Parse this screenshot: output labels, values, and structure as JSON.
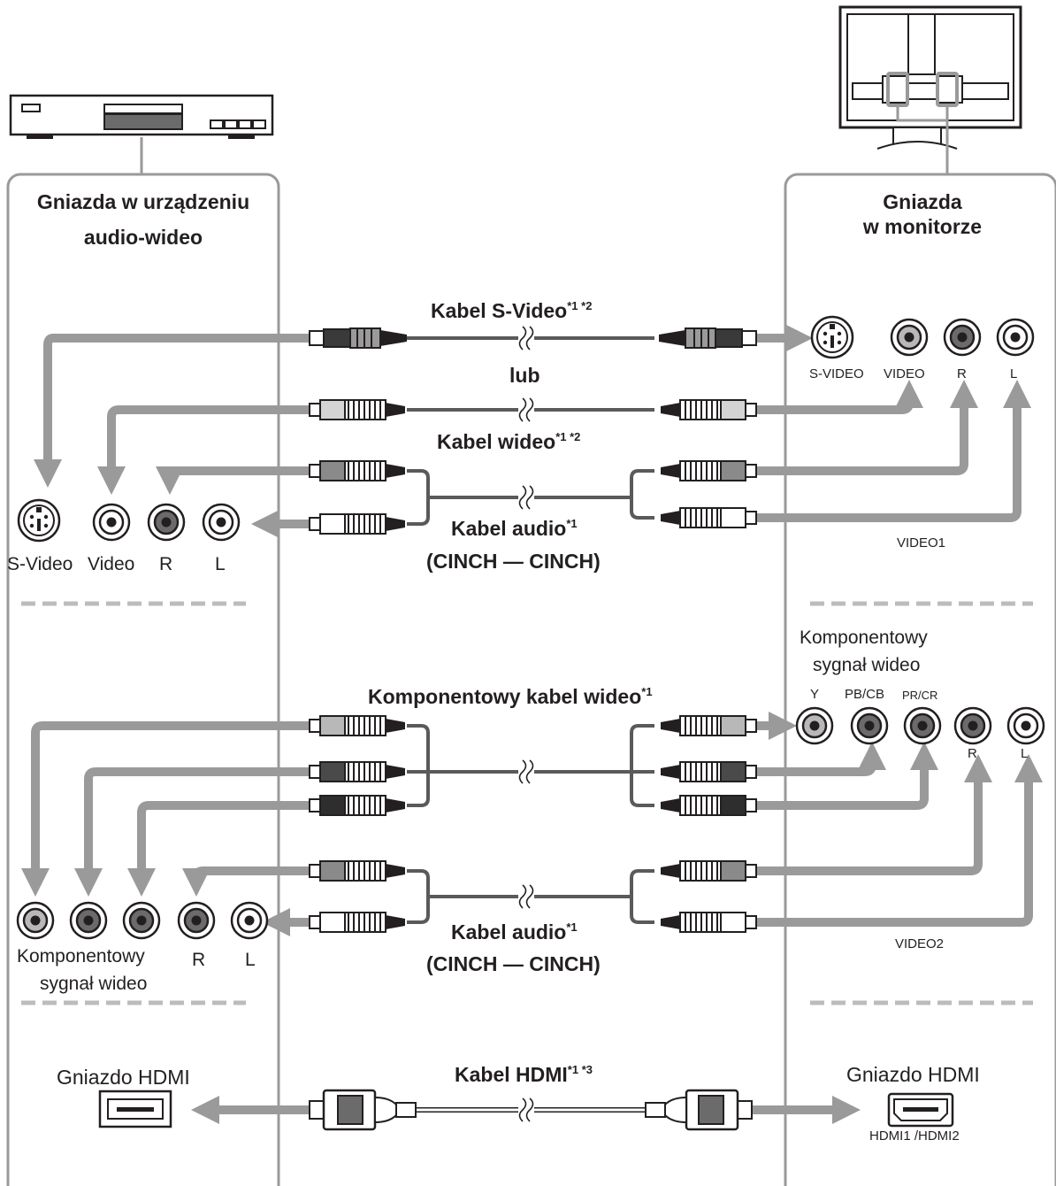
{
  "left_panel": {
    "title_line1": "Gniazda w urządzeniu",
    "title_line2": "audio-wideo",
    "svideo_ports": [
      "S-Video",
      "Video",
      "R",
      "L"
    ],
    "component_ports": [
      "Komponentowy",
      "sygnał wideo",
      "R",
      "L"
    ],
    "hdmi_label": "Gniazdo HDMI"
  },
  "right_panel": {
    "title_line1": "Gniazda",
    "title_line2": "w monitorze",
    "video1_ports": [
      "S-VIDEO",
      "VIDEO",
      "R",
      "L"
    ],
    "video1_group": "VIDEO1",
    "component_title_line1": "Komponentowy",
    "component_title_line2": "sygnał wideo",
    "component_ports": [
      "Y",
      "PB/CB",
      "PR/CR",
      "R",
      "L"
    ],
    "video2_group": "VIDEO2",
    "hdmi_label": "Gniazdo HDMI",
    "hdmi_ports": "HDMI1 /HDMI2"
  },
  "cables": {
    "svideo": "Kabel S-Video",
    "svideo_notes": "*1 *2",
    "or": "lub",
    "video": "Kabel wideo",
    "video_notes": "*1 *2",
    "audio1": "Kabel audio",
    "audio1_notes": "*1",
    "audio1_sub": "(CINCH — CINCH)",
    "component": "Komponentowy kabel wideo",
    "component_notes": "*1",
    "audio2": "Kabel audio",
    "audio2_notes": "*1",
    "audio2_sub": "(CINCH — CINCH)",
    "hdmi": "Kabel HDMI",
    "hdmi_notes": "*1 *3"
  }
}
